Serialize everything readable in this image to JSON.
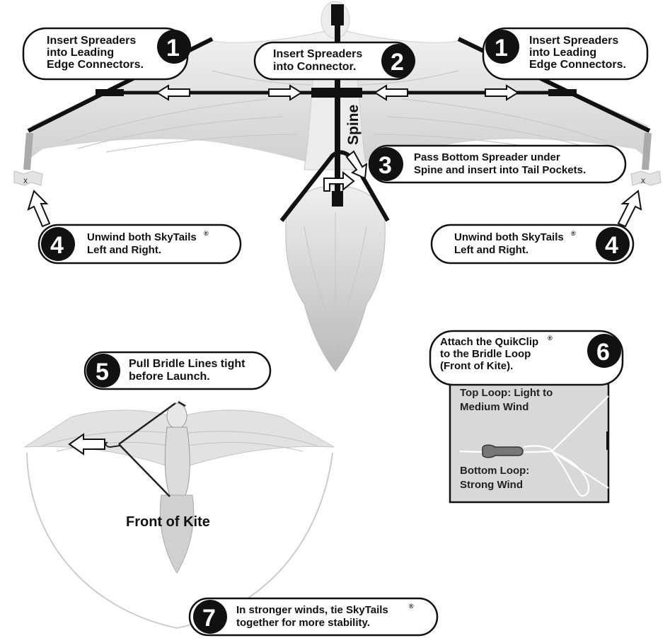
{
  "steps": [
    {
      "number": "1",
      "lines": [
        "Insert Spreaders",
        "into Leading",
        "Edge Connectors."
      ]
    },
    {
      "number": "2",
      "lines": [
        "Insert Spreaders",
        "into Connector."
      ]
    },
    {
      "number": "1",
      "lines": [
        "Insert Spreaders",
        "into Leading",
        "Edge Connectors."
      ]
    },
    {
      "number": "3",
      "lines": [
        "Pass Bottom Spreader under",
        "Spine and insert into Tail Pockets."
      ]
    },
    {
      "number": "4",
      "lines": [
        "Unwind both SkyTails",
        "Left and Right."
      ],
      "mark": "®"
    },
    {
      "number": "4",
      "lines": [
        "Unwind both SkyTails",
        "Left and Right."
      ],
      "mark": "®"
    },
    {
      "number": "5",
      "lines": [
        "Pull Bridle Lines tight",
        "before Launch."
      ]
    },
    {
      "number": "6",
      "lines": [
        "Attach the QuikClip",
        "to the  Bridle Loop",
        "(Front of Kite)."
      ],
      "mark": "®"
    },
    {
      "number": "7",
      "lines": [
        "In stronger winds, tie SkyTails",
        "together for more stability."
      ],
      "mark": "®"
    }
  ],
  "labels": {
    "spine": "Spine",
    "front_of_kite": "Front of Kite",
    "top_loop_line1": "Top Loop: Light to",
    "top_loop_line2": "Medium Wind",
    "bottom_loop_line1": "Bottom Loop:",
    "bottom_loop_line2": "Strong Wind"
  },
  "colors": {
    "ink": "#111111",
    "wing": "#e6e6e6",
    "wing_shade": "#c9c9c9",
    "panel": "#d9d9d9",
    "white": "#ffffff"
  }
}
